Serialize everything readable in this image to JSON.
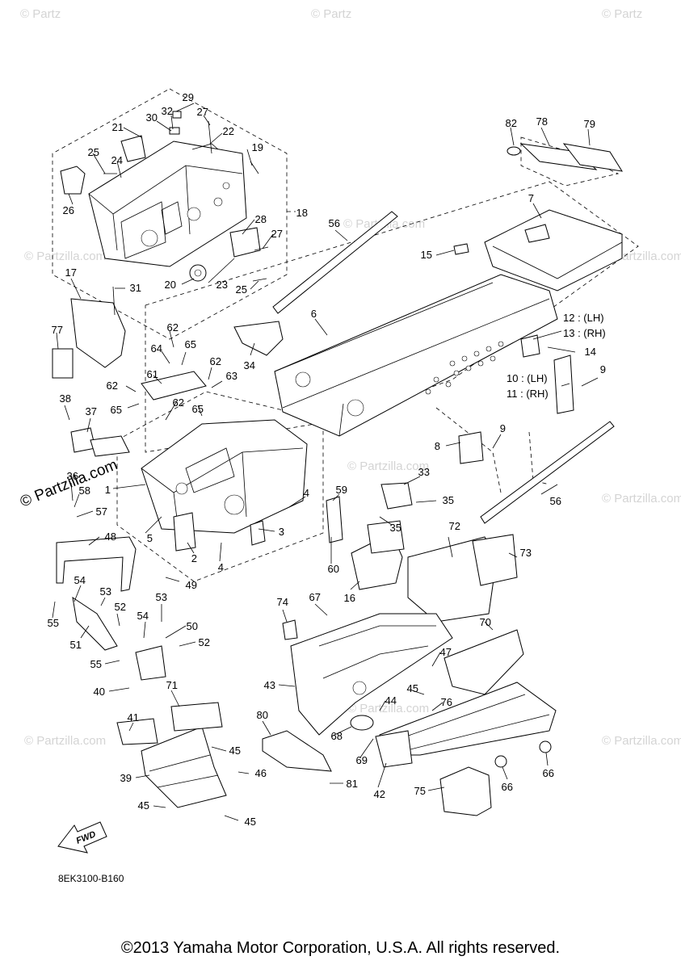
{
  "watermark": {
    "text": "© Partzilla.com",
    "short": "© Partz"
  },
  "diagram_code": "8EK3100-B160",
  "fwd_label": "FWD",
  "copyright": "©2013 Yamaha Motor Corporation, U.S.A. All rights reserved.",
  "callouts": [
    {
      "id": "c29",
      "label": "29"
    },
    {
      "id": "c32",
      "label": "32"
    },
    {
      "id": "c30",
      "label": "30"
    },
    {
      "id": "c27a",
      "label": "27"
    },
    {
      "id": "c21",
      "label": "21"
    },
    {
      "id": "c22",
      "label": "22"
    },
    {
      "id": "c19",
      "label": "19"
    },
    {
      "id": "c25a",
      "label": "25"
    },
    {
      "id": "c24",
      "label": "24"
    },
    {
      "id": "c26",
      "label": "26"
    },
    {
      "id": "c18",
      "label": "18"
    },
    {
      "id": "c28",
      "label": "28"
    },
    {
      "id": "c27b",
      "label": "27"
    },
    {
      "id": "c20",
      "label": "20"
    },
    {
      "id": "c23",
      "label": "23"
    },
    {
      "id": "c25b",
      "label": "25"
    },
    {
      "id": "c82",
      "label": "82"
    },
    {
      "id": "c78",
      "label": "78"
    },
    {
      "id": "c79",
      "label": "79"
    },
    {
      "id": "c7",
      "label": "7"
    },
    {
      "id": "c56a",
      "label": "56"
    },
    {
      "id": "c15",
      "label": "15"
    },
    {
      "id": "c17",
      "label": "17"
    },
    {
      "id": "c31",
      "label": "31"
    },
    {
      "id": "c6",
      "label": "6"
    },
    {
      "id": "c12",
      "label": "12 : (LH)"
    },
    {
      "id": "c13",
      "label": "13 : (RH)"
    },
    {
      "id": "c77",
      "label": "77"
    },
    {
      "id": "c62a",
      "label": "62"
    },
    {
      "id": "c64",
      "label": "64"
    },
    {
      "id": "c65a",
      "label": "65"
    },
    {
      "id": "c34",
      "label": "34"
    },
    {
      "id": "c14",
      "label": "14"
    },
    {
      "id": "c62b",
      "label": "62"
    },
    {
      "id": "c61",
      "label": "61"
    },
    {
      "id": "c63",
      "label": "63"
    },
    {
      "id": "c10",
      "label": "10 : (LH)"
    },
    {
      "id": "c9a",
      "label": "9"
    },
    {
      "id": "c11",
      "label": "11 : (RH)"
    },
    {
      "id": "c62c",
      "label": "62"
    },
    {
      "id": "c38",
      "label": "38"
    },
    {
      "id": "c65b",
      "label": "65"
    },
    {
      "id": "c62d",
      "label": "62"
    },
    {
      "id": "c65c",
      "label": "65"
    },
    {
      "id": "c37",
      "label": "37"
    },
    {
      "id": "c9b",
      "label": "9"
    },
    {
      "id": "c8",
      "label": "8"
    },
    {
      "id": "c36",
      "label": "36"
    },
    {
      "id": "c58",
      "label": "58"
    },
    {
      "id": "c33",
      "label": "33"
    },
    {
      "id": "c1",
      "label": "1"
    },
    {
      "id": "c56b",
      "label": "56"
    },
    {
      "id": "c59",
      "label": "59"
    },
    {
      "id": "c35a",
      "label": "35"
    },
    {
      "id": "c4a",
      "label": "4"
    },
    {
      "id": "c57",
      "label": "57"
    },
    {
      "id": "c5",
      "label": "5"
    },
    {
      "id": "c35b",
      "label": "35"
    },
    {
      "id": "c3",
      "label": "3"
    },
    {
      "id": "c48",
      "label": "48"
    },
    {
      "id": "c72",
      "label": "72"
    },
    {
      "id": "c73",
      "label": "73"
    },
    {
      "id": "c2",
      "label": "2"
    },
    {
      "id": "c60",
      "label": "60"
    },
    {
      "id": "c4b",
      "label": "4"
    },
    {
      "id": "c54a",
      "label": "54"
    },
    {
      "id": "c49",
      "label": "49"
    },
    {
      "id": "c16",
      "label": "16"
    },
    {
      "id": "c53a",
      "label": "53"
    },
    {
      "id": "c74",
      "label": "74"
    },
    {
      "id": "c67",
      "label": "67"
    },
    {
      "id": "c52a",
      "label": "52"
    },
    {
      "id": "c55a",
      "label": "55"
    },
    {
      "id": "c53b",
      "label": "53"
    },
    {
      "id": "c54b",
      "label": "54"
    },
    {
      "id": "c50",
      "label": "50"
    },
    {
      "id": "c70",
      "label": "70"
    },
    {
      "id": "c51",
      "label": "51"
    },
    {
      "id": "c52b",
      "label": "52"
    },
    {
      "id": "c55b",
      "label": "55"
    },
    {
      "id": "c47",
      "label": "47"
    },
    {
      "id": "c43",
      "label": "43"
    },
    {
      "id": "c40",
      "label": "40"
    },
    {
      "id": "c45a",
      "label": "45"
    },
    {
      "id": "c76",
      "label": "76"
    },
    {
      "id": "c71",
      "label": "71"
    },
    {
      "id": "c44",
      "label": "44"
    },
    {
      "id": "c41",
      "label": "41"
    },
    {
      "id": "c80",
      "label": "80"
    },
    {
      "id": "c68",
      "label": "68"
    },
    {
      "id": "c45b",
      "label": "45"
    },
    {
      "id": "c69",
      "label": "69"
    },
    {
      "id": "c39",
      "label": "39"
    },
    {
      "id": "c46",
      "label": "46"
    },
    {
      "id": "c66a",
      "label": "66"
    },
    {
      "id": "c66b",
      "label": "66"
    },
    {
      "id": "c81",
      "label": "81"
    },
    {
      "id": "c42",
      "label": "42"
    },
    {
      "id": "c75",
      "label": "75"
    },
    {
      "id": "c45c",
      "label": "45"
    },
    {
      "id": "c45d",
      "label": "45"
    }
  ]
}
